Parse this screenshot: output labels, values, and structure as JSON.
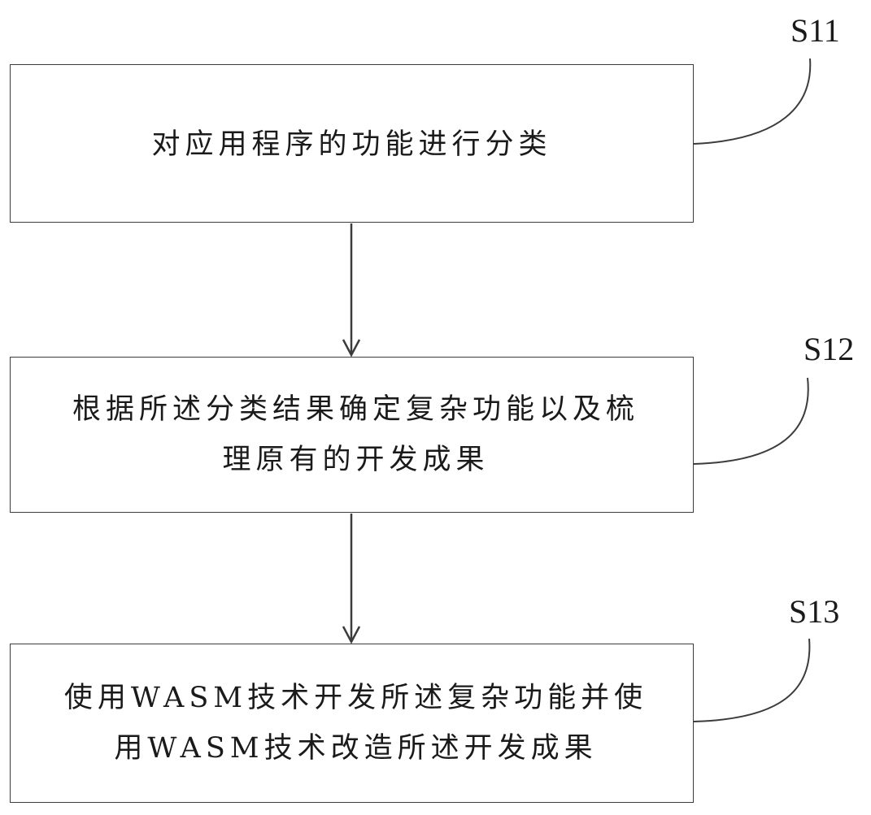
{
  "steps": [
    {
      "id": "S11",
      "text": "对应用程序的功能进行分类"
    },
    {
      "id": "S12",
      "text": "根据所述分类结果确定复杂功能以及梳\n理原有的开发成果"
    },
    {
      "id": "S13",
      "text": "使用WASM技术开发所述复杂功能并使\n用WASM技术改造所述开发成果"
    }
  ]
}
